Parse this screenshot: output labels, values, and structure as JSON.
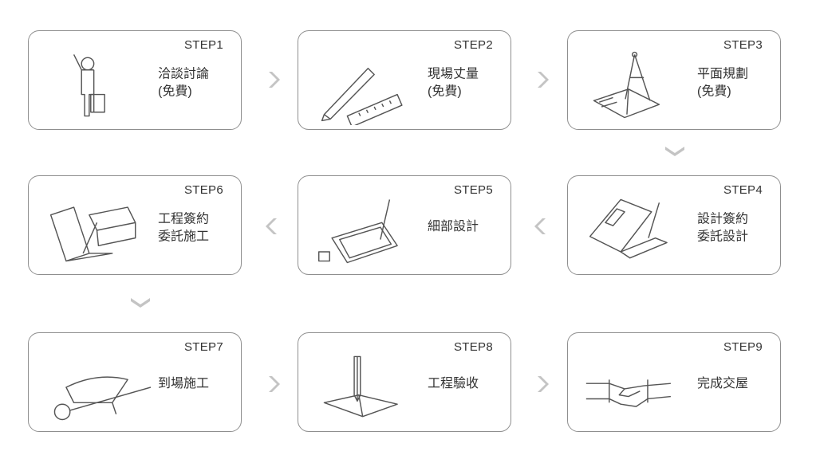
{
  "colors": {
    "border": "#8f8f8f",
    "arrow": "#c4c4c4",
    "text": "#333333",
    "icon": "#555555"
  },
  "steps": [
    {
      "step": "STEP1",
      "label": "洽談討論\n(免費)",
      "icon": "person-with-briefcase-icon"
    },
    {
      "step": "STEP2",
      "label": "現場丈量\n(免費)",
      "icon": "pencil-ruler-icon"
    },
    {
      "step": "STEP3",
      "label": "平面規劃\n(免費)",
      "icon": "compass-blueprint-icon"
    },
    {
      "step": "STEP4",
      "label": "設計簽約\n委託設計",
      "icon": "folder-pen-icon"
    },
    {
      "step": "STEP5",
      "label": "細部設計",
      "icon": "drawing-tablet-icon"
    },
    {
      "step": "STEP6",
      "label": "工程簽約\n委託施工",
      "icon": "laptop-toolbox-icon"
    },
    {
      "step": "STEP7",
      "label": "到場施工",
      "icon": "wheelbarrow-icon"
    },
    {
      "step": "STEP8",
      "label": "工程驗收",
      "icon": "pen-notebook-icon"
    },
    {
      "step": "STEP9",
      "label": "完成交屋",
      "icon": "handshake-icon"
    }
  ],
  "arrows": [
    {
      "dir": "right"
    },
    {
      "dir": "right"
    },
    {
      "dir": "down"
    },
    {
      "dir": "left"
    },
    {
      "dir": "left"
    },
    {
      "dir": "down"
    },
    {
      "dir": "right"
    },
    {
      "dir": "right"
    }
  ]
}
